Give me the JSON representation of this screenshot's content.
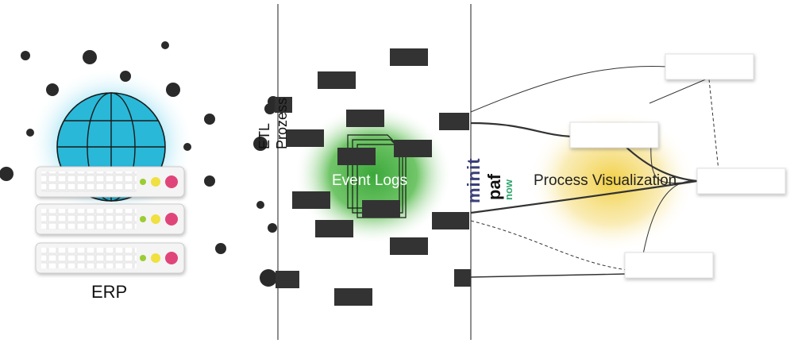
{
  "labels": {
    "erp": "ERP",
    "etl_line1": "ETL",
    "etl_line2": "Prozess",
    "event_logs": "Event Logs",
    "process_visualization": "Process Visualization"
  },
  "logos": {
    "minit": "minit",
    "paf": "paf",
    "paf_now": "now"
  },
  "colors": {
    "erp_glow": "#4fc8e8",
    "globe_fill": "#29b8d8",
    "event_glow": "#4ab648",
    "process_glow": "#f1cd3a",
    "dot_green": "#9acd32",
    "dot_yellow": "#f0e040",
    "dot_pink": "#e0457a",
    "block": "#333333"
  },
  "icons": [
    "globe-icon",
    "server-icon",
    "document-stack-icon"
  ]
}
